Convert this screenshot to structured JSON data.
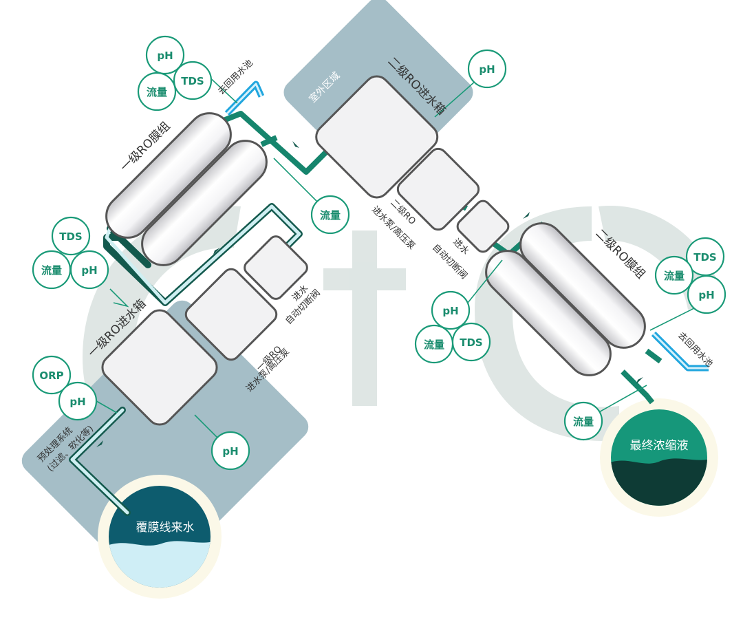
{
  "zones": {
    "outdoor_top": "室外区域",
    "outdoor_bottom": "室外区域"
  },
  "tanks": {
    "source": "覆膜线来水",
    "final": "最终浓缩液"
  },
  "labels": {
    "pretreat_line1": "预处理系统",
    "pretreat_line2": "(过滤、软化等)",
    "stage1_tank": "一级RO进水箱",
    "stage1_pump_line1": "一级RO",
    "stage1_pump_line2": "进水泵/高压泵",
    "stage1_valve_line1": "进水",
    "stage1_valve_line2": "自动切断阀",
    "stage1_membrane": "一级RO膜组",
    "to_reuse_1": "去回用水池",
    "stage2_tank": "二级RO进水箱",
    "stage2_pump_line1": "二级RO",
    "stage2_pump_line2": "进水泵/高压泵",
    "stage2_valve_line1": "进水",
    "stage2_valve_line2": "自动切断阀",
    "stage2_membrane": "二级RO膜组",
    "to_reuse_2": "去回用水池"
  },
  "sensors": {
    "s1_orp": "ORP",
    "s1_ph": "pH",
    "s1_tank_ph": "pH",
    "s2_tds": "TDS",
    "s2_flow": "流量",
    "s2_ph": "pH",
    "s3_ph": "pH",
    "s3_tds": "TDS",
    "s3_flow": "流量",
    "s4_flow": "流量",
    "s5_ph": "pH",
    "s6_ph": "pH",
    "s6_flow": "流量",
    "s6_tds": "TDS",
    "s7_tds": "TDS",
    "s7_flow": "流量",
    "s7_ph": "pH",
    "s8_flow": "流量"
  },
  "colors": {
    "accent_green": "#1a9a78",
    "pipe_dark": "#13594d",
    "zone_gray_blue": "#a5bec7",
    "reuse_blue": "#21a6de",
    "source_water_dark": "#0d5c6e",
    "final_concentrate": "#16977a"
  }
}
